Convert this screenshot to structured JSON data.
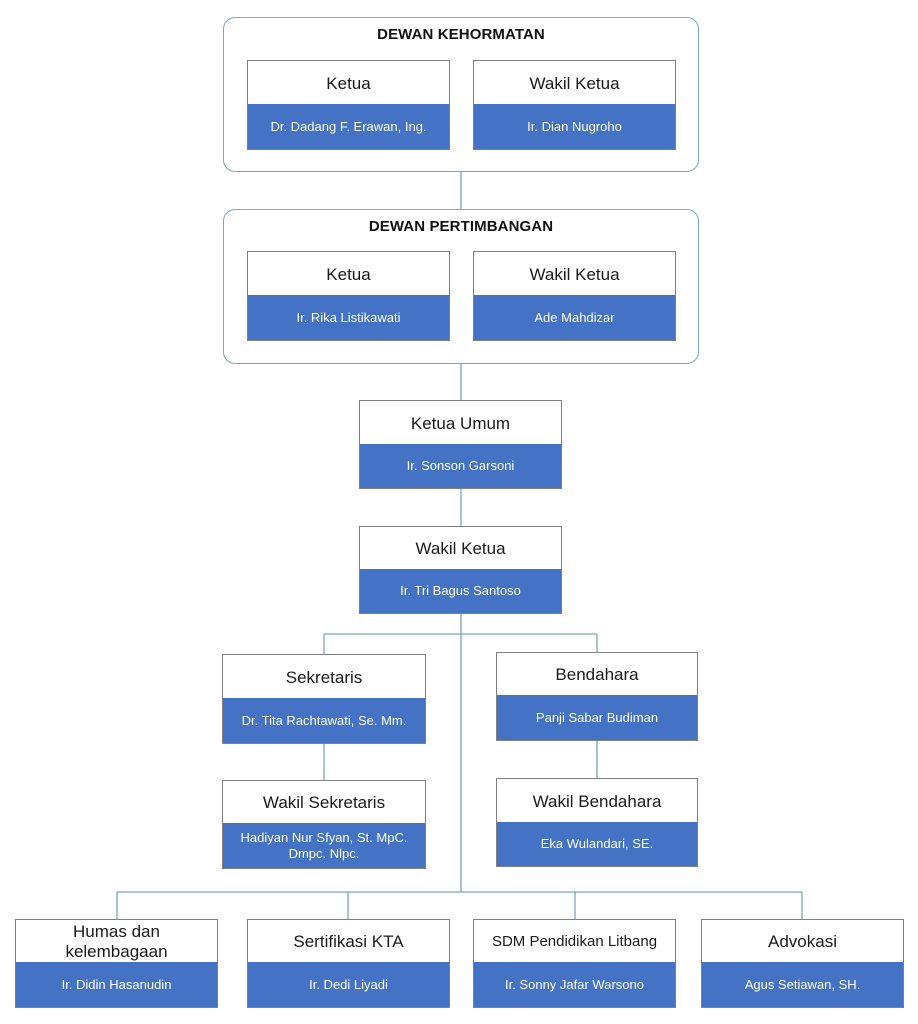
{
  "colors": {
    "accent": "#4472c4",
    "connector": "#7aa8b8",
    "card_border": "#7f7f7f"
  },
  "dewan_kehormatan": {
    "title": "DEWAN KEHORMATAN",
    "ketua": {
      "role": "Ketua",
      "name": "Dr. Dadang F. Erawan, Ing."
    },
    "wakil": {
      "role": "Wakil Ketua",
      "name": "Ir. Dian Nugroho"
    }
  },
  "dewan_pertimbangan": {
    "title": "DEWAN PERTIMBANGAN",
    "ketua": {
      "role": "Ketua",
      "name": "Ir. Rika Listikawati"
    },
    "wakil": {
      "role": "Wakil Ketua",
      "name": "Ade Mahdizar"
    }
  },
  "ketua_umum": {
    "role": "Ketua Umum",
    "name": "Ir. Sonson Garsoni"
  },
  "wakil_ketua": {
    "role": "Wakil Ketua",
    "name": "Ir. Tri Bagus Santoso"
  },
  "sekretaris": {
    "role": "Sekretaris",
    "name": "Dr. Tita Rachtawati, Se. Mm."
  },
  "wakil_sekretaris": {
    "role": "Wakil Sekretaris",
    "name": "Hadiyan Nur Sfyan, St. MpC. Dmpc. Nlpc."
  },
  "bendahara": {
    "role": "Bendahara",
    "name": "Panji Sabar Budiman"
  },
  "wakil_bendahara": {
    "role": "Wakil Bendahara",
    "name": "Eka Wulandari, SE."
  },
  "divisions": [
    {
      "role": "Humas dan kelembagaan",
      "name": "Ir. Didin Hasanudin"
    },
    {
      "role": "Sertifikasi KTA",
      "name": "Ir. Dedi Liyadi"
    },
    {
      "role": "SDM Pendidikan Litbang",
      "name": "Ir. Sonny Jafar Warsono"
    },
    {
      "role": "Advokasi",
      "name": "Agus Setiawan, SH."
    }
  ]
}
